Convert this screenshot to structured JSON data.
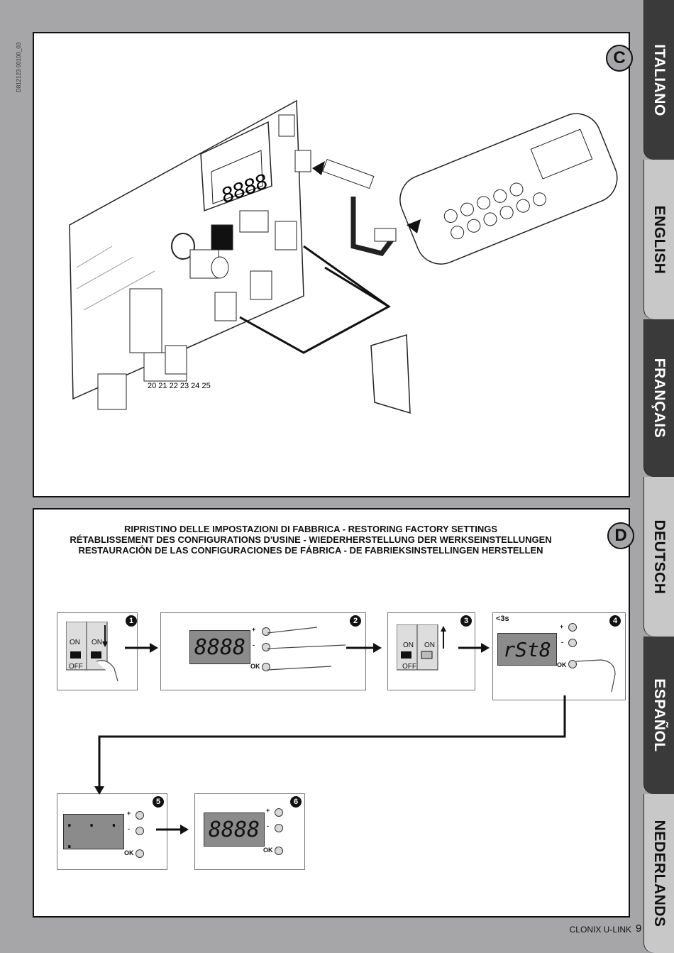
{
  "doc_code": "D812123 00100_03",
  "panel_c": {
    "badge": "C",
    "display_digits": "8888"
  },
  "panel_d": {
    "badge": "D",
    "titles": [
      "RIPRISTINO DELLE IMPOSTAZIONI DI FABBRICA - RESTORING FACTORY SETTINGS",
      "RÉTABLISSEMENT DES CONFIGURATIONS D'USINE - WIEDERHERSTELLUNG DER WERKSEINSTELLUNGEN",
      "RESTAURACIÓN DE LAS CONFIGURACIONES DE FÁBRICA - DE FABRIEKSINSTELLINGEN HERSTELLEN"
    ],
    "steps": [
      {
        "num": "1",
        "on": "ON",
        "off": "OFF"
      },
      {
        "num": "2",
        "display": "8888",
        "plus": "+",
        "minus": "-",
        "ok": "OK"
      },
      {
        "num": "3",
        "on": "ON",
        "off": "OFF"
      },
      {
        "num": "4",
        "time": "<3s",
        "display": "rSt8",
        "plus": "+",
        "minus": "-",
        "ok": "OK"
      },
      {
        "num": "5",
        "display": ". . . .",
        "plus": "+",
        "minus": "-",
        "ok": "OK"
      },
      {
        "num": "6",
        "display": "8888",
        "plus": "+",
        "minus": "-",
        "ok": "OK"
      }
    ]
  },
  "language_tabs": [
    "ITALIANO",
    "ENGLISH",
    "FRANÇAIS",
    "DEUTSCH",
    "ESPAÑOL",
    "NEDERLANDS"
  ],
  "footer": {
    "product": "CLONIX U-LINK",
    "page": "9"
  }
}
